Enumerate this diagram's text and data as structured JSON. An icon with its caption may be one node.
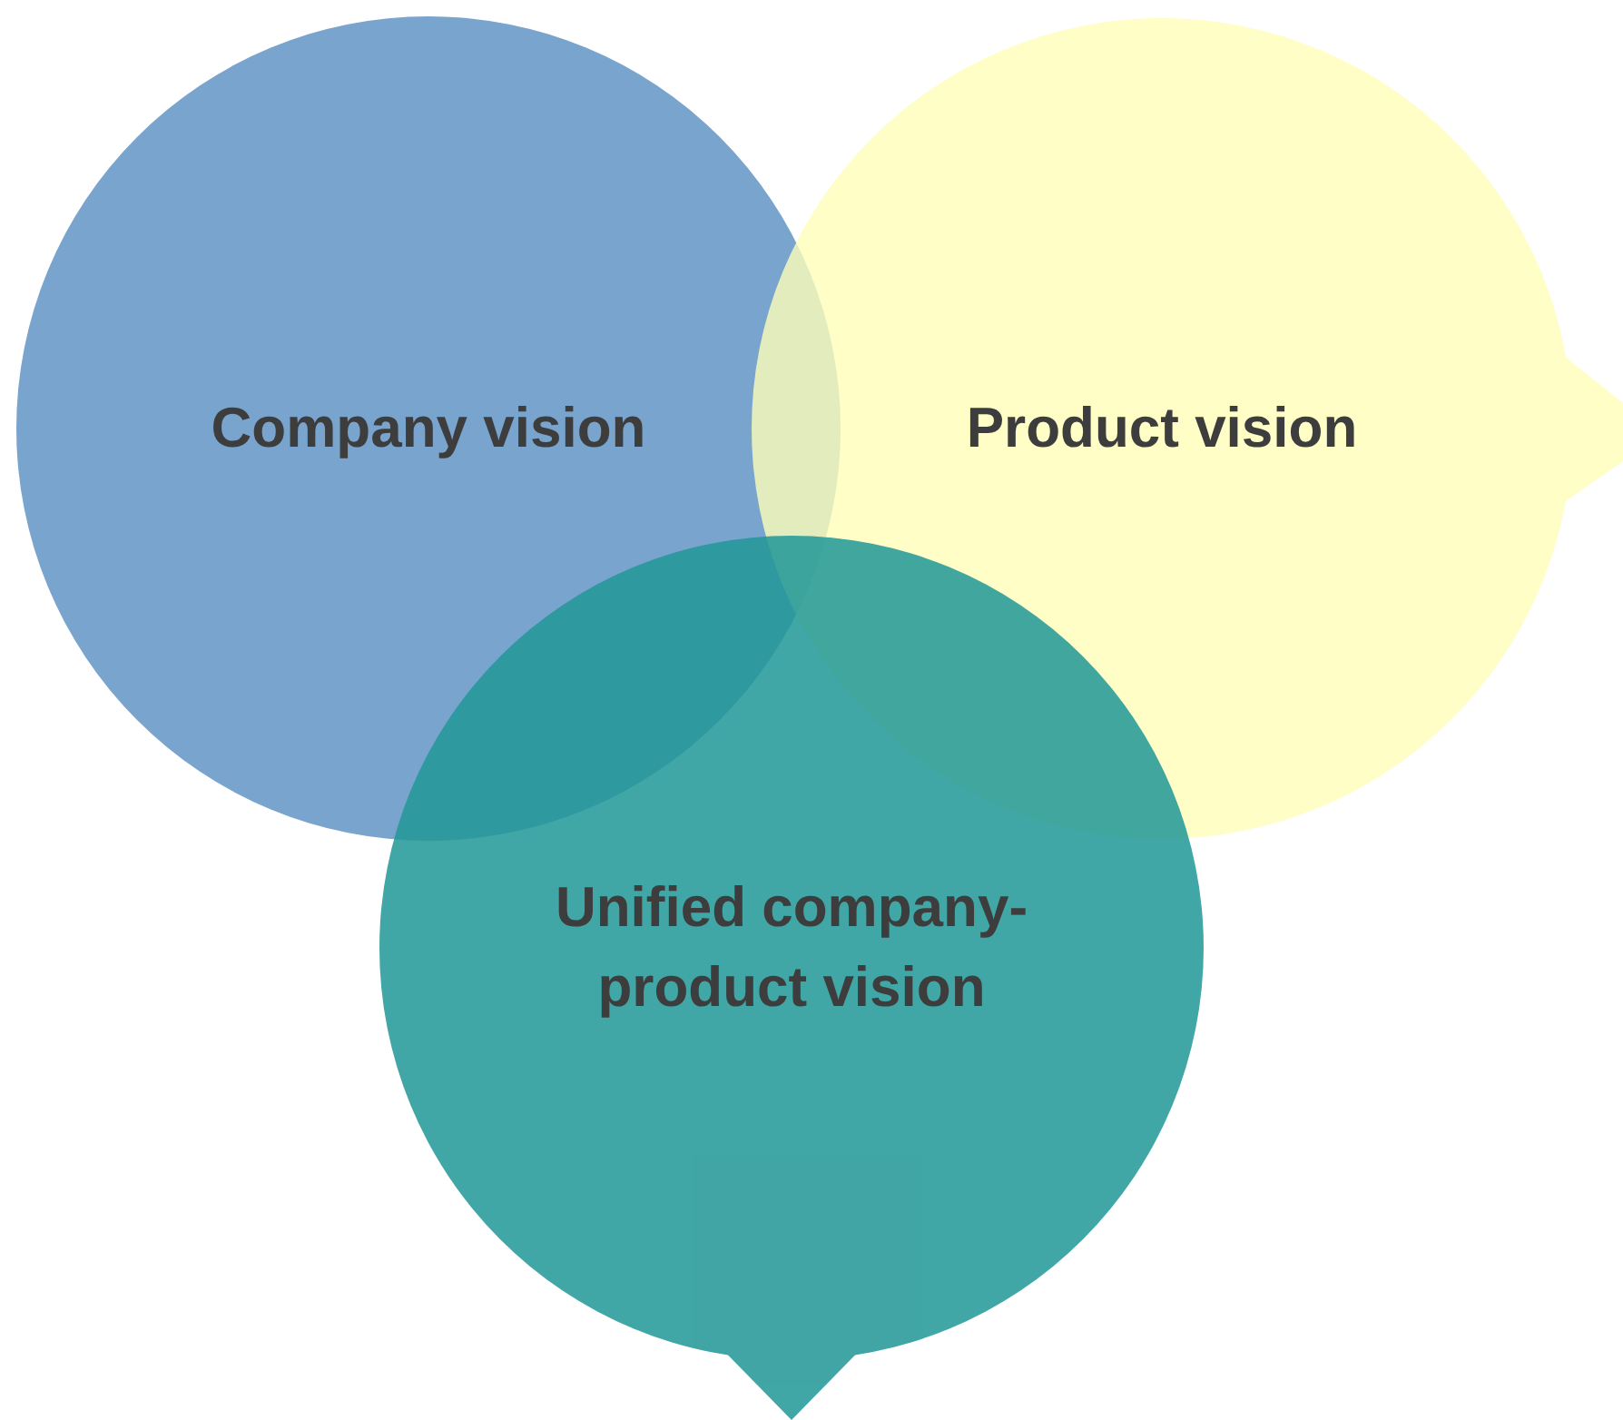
{
  "diagram": {
    "nodes": [
      {
        "text": [
          "Company vision"
        ]
      },
      {
        "text": [
          "Product vision"
        ]
      },
      {
        "text": [
          "Unified company-product vision"
        ]
      }
    ]
  }
}
